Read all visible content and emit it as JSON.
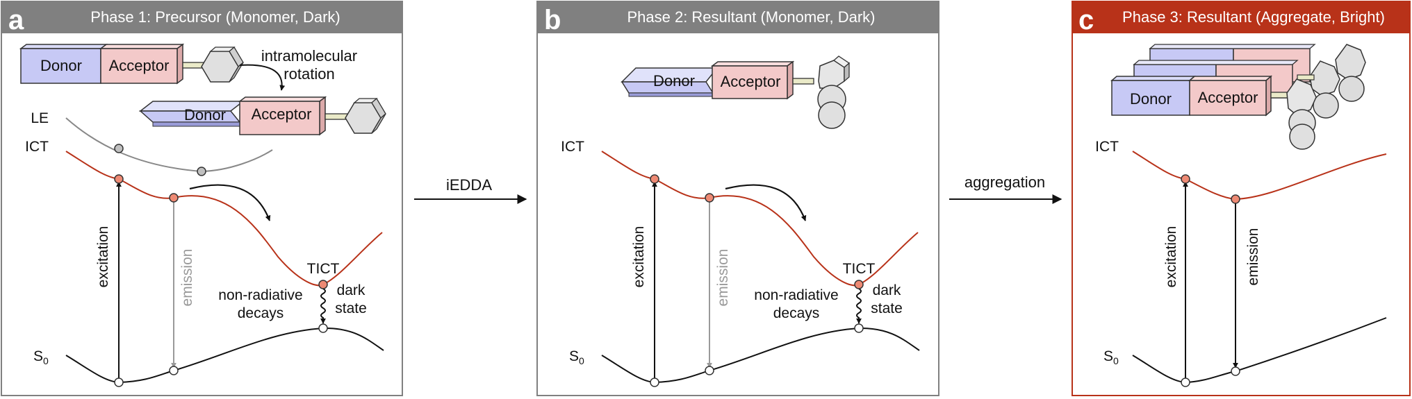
{
  "panels": [
    {
      "letter": "a",
      "title": "Phase 1: Precursor (Monomer, Dark)",
      "donor": "Donor",
      "acceptor": "Acceptor",
      "donor2": "Donor",
      "acceptor2": "Acceptor",
      "rotation_line1": "intramolecular",
      "rotation_line2": "rotation",
      "le": "LE",
      "ict": "ICT",
      "s0": "S",
      "s0_sub": "0",
      "excitation": "excitation",
      "emission": "emission",
      "tict": "TICT",
      "nonrad1": "non-radiative",
      "nonrad2": "decays",
      "dark1": "dark",
      "dark2": "state"
    },
    {
      "letter": "b",
      "title": "Phase 2: Resultant (Monomer, Dark)",
      "donor": "Donor",
      "acceptor": "Acceptor",
      "ict": "ICT",
      "s0": "S",
      "s0_sub": "0",
      "excitation": "excitation",
      "emission": "emission",
      "tict": "TICT",
      "nonrad1": "non-radiative",
      "nonrad2": "decays",
      "dark1": "dark",
      "dark2": "state"
    },
    {
      "letter": "c",
      "title": "Phase 3: Resultant (Aggregate, Bright)",
      "donor": "Donor",
      "acceptor": "Acceptor",
      "ict": "ICT",
      "s0": "S",
      "s0_sub": "0",
      "excitation": "excitation",
      "emission": "emission"
    }
  ],
  "arrows": {
    "ab": "iEDDA",
    "bc": "aggregation"
  },
  "colors": {
    "header_gray": "#808080",
    "header_red": "#b83219",
    "donor_fill": "#c7c9f5",
    "acceptor_fill": "#f3c9c9",
    "ict_curve": "#b83219",
    "le_curve": "#888888",
    "emission_gray": "#999999"
  }
}
